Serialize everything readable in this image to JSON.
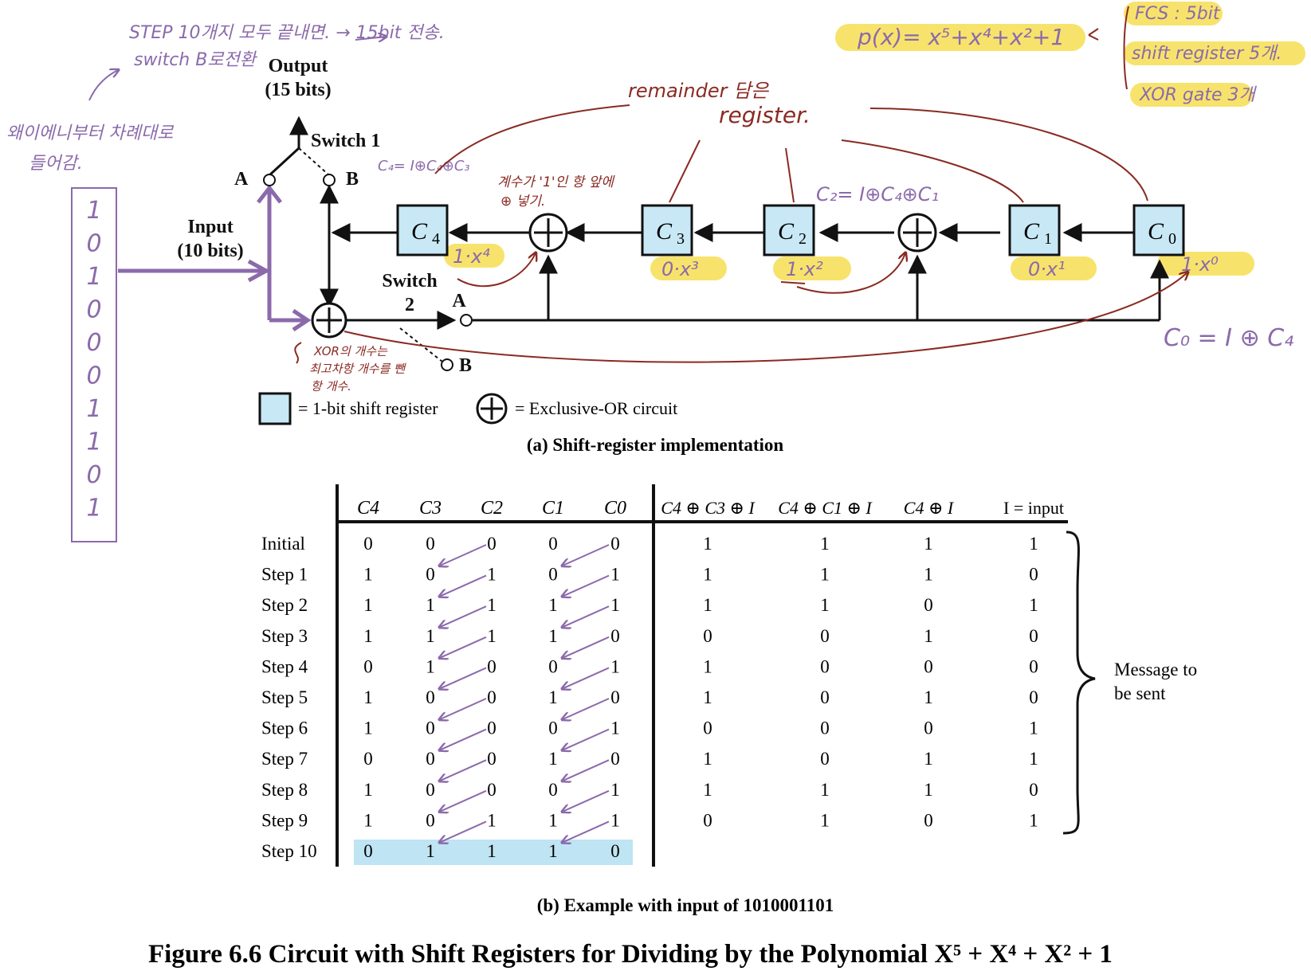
{
  "circuit": {
    "output_label": "Output",
    "output_bits": "(15 bits)",
    "switch1_label": "Switch 1",
    "switch2_label": "Switch",
    "switch2_num": "2",
    "switch_a": "A",
    "switch_b": "B",
    "input_label": "Input",
    "input_bits": "(10 bits)",
    "registers": [
      "C",
      "C",
      "C",
      "C",
      "C"
    ],
    "register_subs": [
      "4",
      "3",
      "2",
      "1",
      "0"
    ],
    "legend_register": "= 1-bit shift register",
    "legend_xor": "= Exclusive-OR circuit",
    "caption_a": "(a) Shift-register implementation"
  },
  "table": {
    "reg_headers": [
      "C4",
      "C3",
      "C2",
      "C1",
      "C0"
    ],
    "xor_headers": [
      "C4 ⊕ C3 ⊕ I",
      "C4 ⊕ C1 ⊕ I",
      "C4 ⊕ I",
      "I = input"
    ],
    "rows": [
      {
        "label": "Initial",
        "regs": [
          "0",
          "0",
          "0",
          "0",
          "0"
        ],
        "xors": [
          "1",
          "1",
          "1",
          "1"
        ]
      },
      {
        "label": "Step 1",
        "regs": [
          "1",
          "0",
          "1",
          "0",
          "1"
        ],
        "xors": [
          "1",
          "1",
          "1",
          "0"
        ]
      },
      {
        "label": "Step 2",
        "regs": [
          "1",
          "1",
          "1",
          "1",
          "1"
        ],
        "xors": [
          "1",
          "1",
          "0",
          "1"
        ]
      },
      {
        "label": "Step 3",
        "regs": [
          "1",
          "1",
          "1",
          "1",
          "0"
        ],
        "xors": [
          "0",
          "0",
          "1",
          "0"
        ]
      },
      {
        "label": "Step 4",
        "regs": [
          "0",
          "1",
          "0",
          "0",
          "1"
        ],
        "xors": [
          "1",
          "0",
          "0",
          "0"
        ]
      },
      {
        "label": "Step 5",
        "regs": [
          "1",
          "0",
          "0",
          "1",
          "0"
        ],
        "xors": [
          "1",
          "0",
          "1",
          "0"
        ]
      },
      {
        "label": "Step 6",
        "regs": [
          "1",
          "0",
          "0",
          "0",
          "1"
        ],
        "xors": [
          "0",
          "0",
          "0",
          "1"
        ]
      },
      {
        "label": "Step 7",
        "regs": [
          "0",
          "0",
          "0",
          "1",
          "0"
        ],
        "xors": [
          "1",
          "0",
          "1",
          "1"
        ]
      },
      {
        "label": "Step 8",
        "regs": [
          "1",
          "0",
          "0",
          "0",
          "1"
        ],
        "xors": [
          "1",
          "1",
          "1",
          "0"
        ]
      },
      {
        "label": "Step 9",
        "regs": [
          "1",
          "0",
          "1",
          "1",
          "1"
        ],
        "xors": [
          "0",
          "1",
          "0",
          "1"
        ]
      },
      {
        "label": "Step 10",
        "regs": [
          "0",
          "1",
          "1",
          "1",
          "0"
        ],
        "xors": []
      }
    ],
    "message_label_1": "Message to",
    "message_label_2": "be sent",
    "caption_b": "(b) Example with input of 1010001101"
  },
  "figure_caption": "Figure 6.6  Circuit with Shift Registers for Dividing by the Polynomial X⁵ + X⁴ + X² + 1",
  "annotations": {
    "step_note_1": "STEP 10개지 모두 끝내면. → 15bit 전송.",
    "step_note_2": "switch B로전환",
    "input_note_1": "왜이에니부터 차례대로",
    "input_note_2": "들어감.",
    "input_bits_vertical": [
      "1",
      "0",
      "1",
      "0",
      "0",
      "0",
      "1",
      "1",
      "0",
      "1"
    ],
    "poly": "p(x)= x⁵+x⁴+x²+1",
    "fcs": "FCS : 5bit",
    "shift_reg": "shift register 5개.",
    "xor_gate": "XOR gate 3개",
    "remainder_1": "remainder 담은",
    "remainder_2": "register.",
    "c4_eq": "C₄= I⊕C₄⊕C₃",
    "coef_note_1": "계수가 '1'인 항 앞에",
    "coef_note_2": "⊕ 넣기.",
    "c2_eq": "C₂= I⊕C₄⊕C₁",
    "term_c4": "1·x⁴",
    "term_c3": "0·x³",
    "term_c2": "1·x²",
    "term_c1": "0·x¹",
    "term_c0": "1·x⁰",
    "c0_eq": "C₀ = I ⊕ C₄",
    "xor_note_1": "XOR의 개수는",
    "xor_note_2": "최고차항 개수를 뺀",
    "xor_note_3": "항 개수."
  },
  "colors": {
    "register_fill": "#c8e8f5",
    "highlight_yellow": "#f7e36b",
    "annotation_purple": "#8b6aab",
    "annotation_red": "#8a2a22",
    "step10_highlight": "#bfe4f3"
  }
}
